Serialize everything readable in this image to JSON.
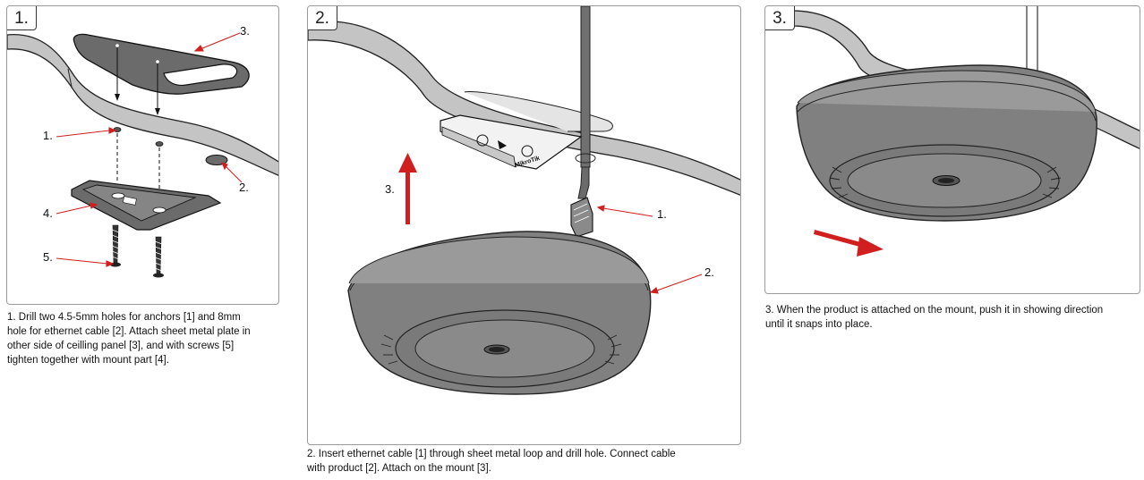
{
  "steps": [
    {
      "number": "1.",
      "callouts": [
        "1.",
        "2.",
        "3.",
        "4.",
        "5."
      ],
      "caption_lines": [
        "1. Drill two 4.5-5mm holes for anchors [1] and 8mm",
        "hole for ethernet cable [2]. Attach sheet metal plate in",
        "other side of ceilling panel [3], and with screws [5]",
        "tighten together with mount part [4]."
      ]
    },
    {
      "number": "2.",
      "callouts": [
        "1.",
        "2.",
        "3."
      ],
      "caption_lines": [
        "2. Insert ethernet cable [1] through sheet metal loop and drill hole. Connect cable",
        "with product [2]. Attach on the mount [3]."
      ]
    },
    {
      "number": "3.",
      "callouts": [],
      "caption_lines": [
        "3. When the product is attached on the mount, push it in showing direction",
        "until it snaps into place."
      ]
    }
  ],
  "mount_brand": "MikroTik",
  "colors": {
    "device_gray": "#808080",
    "device_dark": "#4a4a4a",
    "panel_fill": "#bdbdbd",
    "plate_fill": "#6b6b6b",
    "arrow_red": "#d11f1f",
    "border": "#9a9a9a"
  }
}
